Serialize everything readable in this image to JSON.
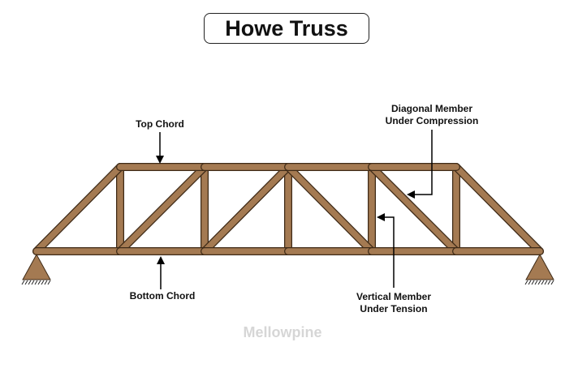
{
  "title": "Howe Truss",
  "labels": {
    "top_chord": "Top Chord",
    "bottom_chord": "Bottom Chord",
    "diagonal_line1": "Diagonal Member",
    "diagonal_line2": "Under Compression",
    "vertical_line1": "Vertical Member",
    "vertical_line2": "Under Tension"
  },
  "watermark": "Mellowpine",
  "colors": {
    "member": "#a47a52",
    "outline": "#3e2a17"
  }
}
